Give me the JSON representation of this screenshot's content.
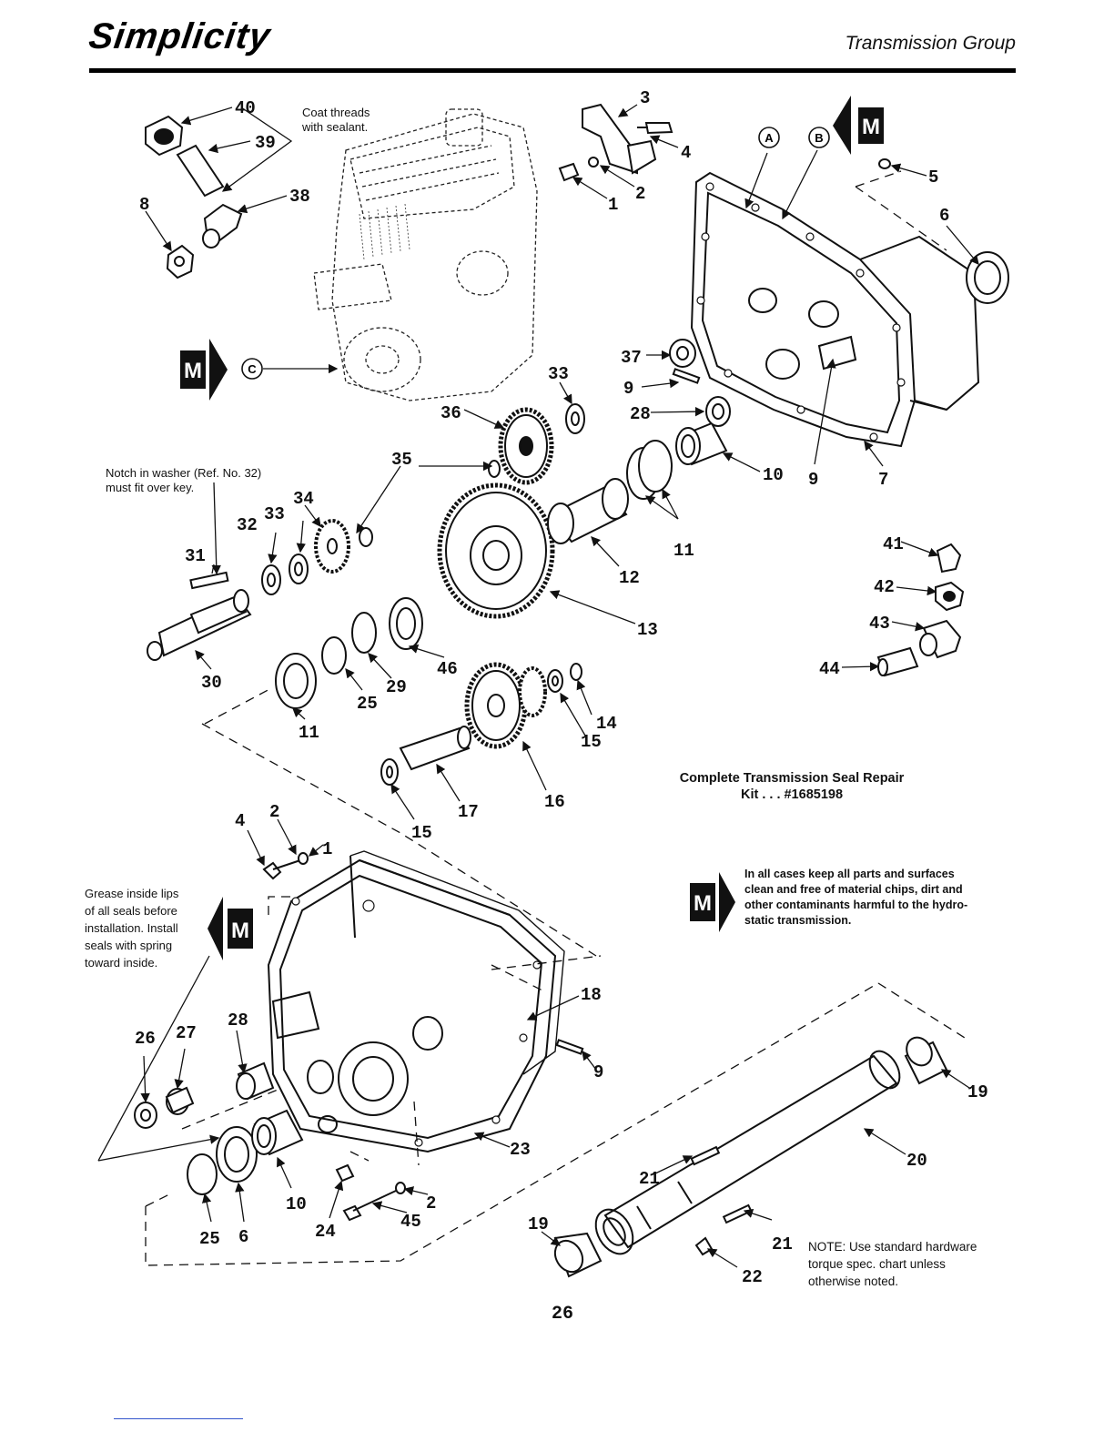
{
  "header": {
    "brand": "Simplicity",
    "section_title": "Transmission Group"
  },
  "notes": {
    "coat_threads": [
      "Coat threads",
      "with sealant."
    ],
    "notch_washer": [
      "Notch in washer (Ref. No. 32)",
      "must fit over key."
    ],
    "grease_seals": [
      "Grease inside lips",
      "of all seals before",
      "installation. Install",
      "seals with spring",
      "toward inside."
    ],
    "keep_clean": [
      "In all cases keep all parts and surfaces",
      "clean and free of material chips, dirt and",
      "other contaminants harmful to the hydro-",
      "static transmission."
    ],
    "hardware": [
      "NOTE: Use standard hardware",
      "torque spec. chart unless",
      "otherwise noted."
    ]
  },
  "kit": [
    "Complete Transmission Seal Repair",
    "Kit . . . #1685198"
  ],
  "symbols": {
    "maintenance": "M",
    "a": "A",
    "b": "B",
    "c": "C"
  },
  "callouts": {
    "n1a": "1",
    "n2a": "2",
    "n3": "3",
    "n4a": "4",
    "n5": "5",
    "n6a": "6",
    "n7": "7",
    "n8": "8",
    "n9a": "9",
    "n9b": "9",
    "n9c": "9",
    "n10a": "10",
    "n10b": "10",
    "n11a": "11",
    "n11b": "11",
    "n12": "12",
    "n13": "13",
    "n14": "14",
    "n15a": "15",
    "n15b": "15",
    "n16": "16",
    "n17": "17",
    "n18": "18",
    "n19a": "19",
    "n19b": "19",
    "n20": "20",
    "n21a": "21",
    "n21b": "21",
    "n22": "22",
    "n23": "23",
    "n24": "24",
    "n25a": "25",
    "n25b": "25",
    "n26": "26",
    "n27": "27",
    "n28a": "28",
    "n28b": "28",
    "n29": "29",
    "n30": "30",
    "n31": "31",
    "n32": "32",
    "n33a": "33",
    "n33b": "33",
    "n34": "34",
    "n35": "35",
    "n36": "36",
    "n37": "37",
    "n38": "38",
    "n39": "39",
    "n40": "40",
    "n41": "41",
    "n42": "42",
    "n43": "43",
    "n44": "44",
    "n45": "45",
    "n46": "46",
    "n1b": "1",
    "n2b": "2",
    "n2c": "2",
    "n4b": "4",
    "n6b": "6"
  },
  "page_number": "26"
}
